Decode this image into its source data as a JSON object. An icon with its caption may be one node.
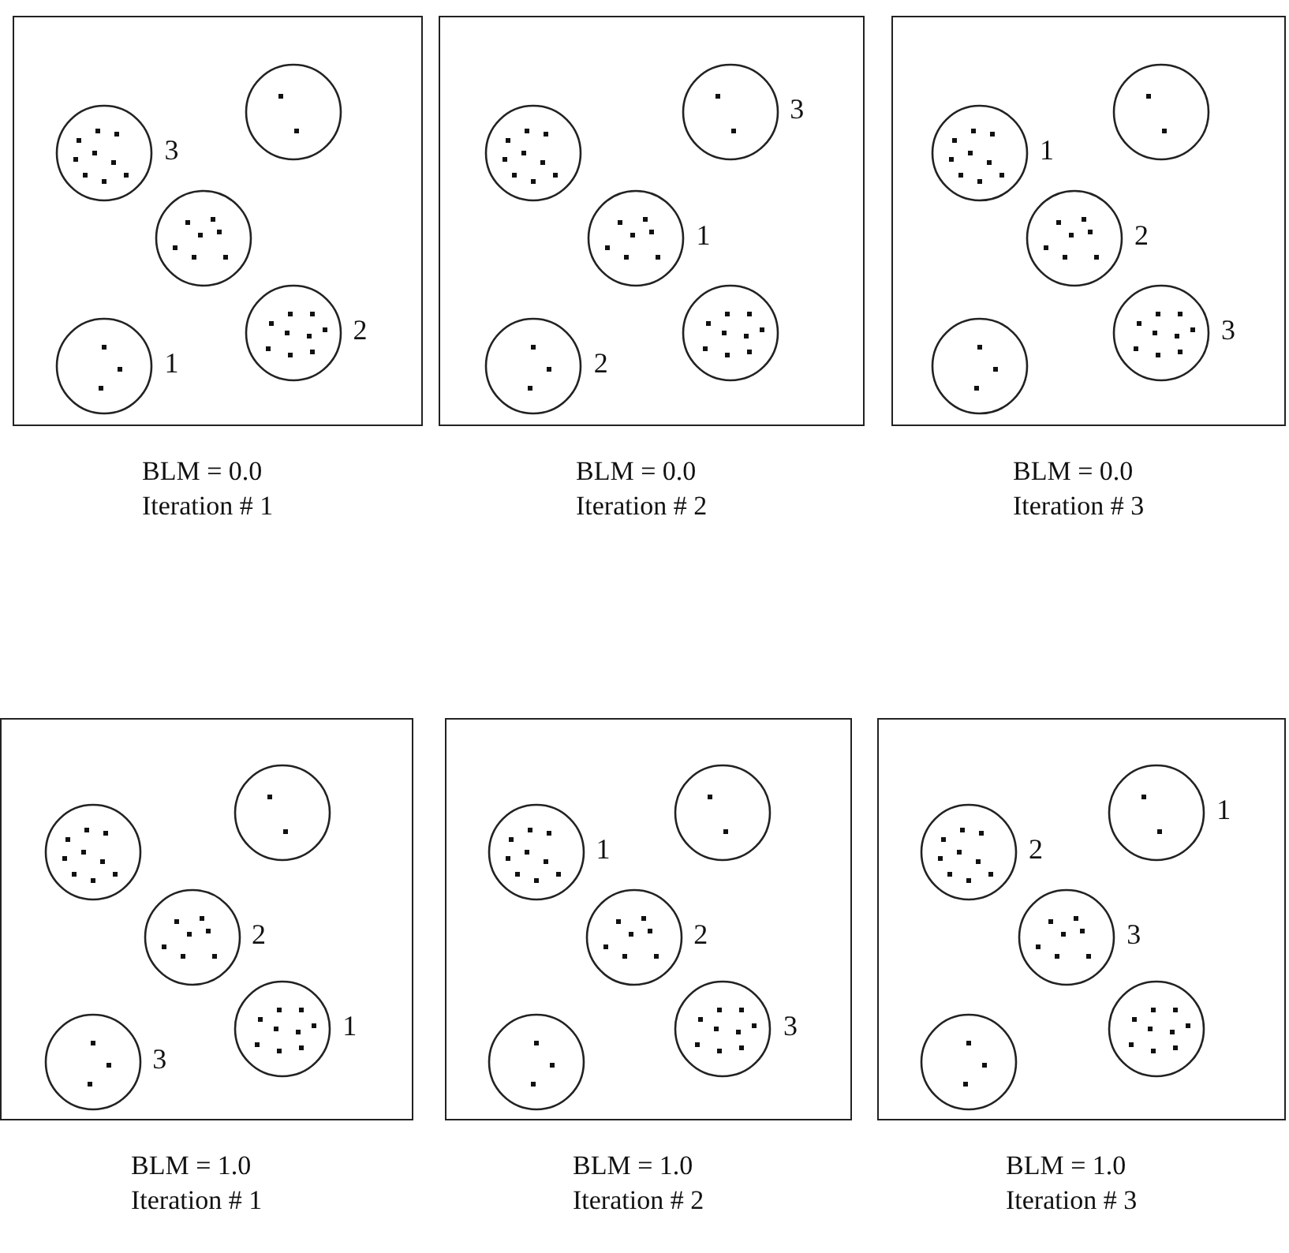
{
  "diagram": {
    "nodes": [
      {
        "text": [],
        "shape": "box",
        "beside": [
          "BLM = 0.0",
          "Iteration # 1"
        ]
      },
      {
        "text": [],
        "shape": "circle",
        "in": 0,
        "beside": [
          "3"
        ]
      },
      {
        "text": [],
        "shape": "circle",
        "in": 0
      },
      {
        "text": [],
        "shape": "circle",
        "in": 0
      },
      {
        "text": [],
        "shape": "circle",
        "in": 0,
        "beside": [
          "1"
        ]
      },
      {
        "text": [],
        "shape": "circle",
        "in": 0,
        "beside": [
          "2"
        ]
      },
      {
        "text": [],
        "shape": "box",
        "beside": [
          "BLM = 0.0",
          "Iteration # 2"
        ]
      },
      {
        "text": [],
        "shape": "circle",
        "in": 6
      },
      {
        "text": [],
        "shape": "circle",
        "in": 6,
        "beside": [
          "3"
        ]
      },
      {
        "text": [],
        "shape": "circle",
        "in": 6,
        "beside": [
          "1"
        ]
      },
      {
        "text": [],
        "shape": "circle",
        "in": 6,
        "beside": [
          "2"
        ]
      },
      {
        "text": [],
        "shape": "circle",
        "in": 6
      },
      {
        "text": [],
        "shape": "box",
        "beside": [
          "BLM = 0.0",
          "Iteration # 3"
        ]
      },
      {
        "text": [],
        "shape": "circle",
        "in": 12,
        "beside": [
          "1"
        ]
      },
      {
        "text": [],
        "shape": "circle",
        "in": 12
      },
      {
        "text": [],
        "shape": "circle",
        "in": 12,
        "beside": [
          "2"
        ]
      },
      {
        "text": [],
        "shape": "circle",
        "in": 12
      },
      {
        "text": [],
        "shape": "circle",
        "in": 12,
        "beside": [
          "3"
        ]
      },
      {
        "text": [],
        "shape": "box",
        "beside": [
          "BLM = 1.0",
          "Iteration # 1"
        ]
      },
      {
        "text": [],
        "shape": "circle",
        "in": 18
      },
      {
        "text": [],
        "shape": "circle",
        "in": 18
      },
      {
        "text": [],
        "shape": "circle",
        "in": 18,
        "beside": [
          "2"
        ]
      },
      {
        "text": [],
        "shape": "circle",
        "in": 18,
        "beside": [
          "3"
        ]
      },
      {
        "text": [],
        "shape": "circle",
        "in": 18,
        "beside": [
          "1"
        ]
      },
      {
        "text": [],
        "shape": "box",
        "beside": [
          "BLM = 1.0",
          "Iteration # 2"
        ]
      },
      {
        "text": [],
        "shape": "circle",
        "in": 24,
        "beside": [
          "1"
        ]
      },
      {
        "text": [],
        "shape": "circle",
        "in": 24
      },
      {
        "text": [],
        "shape": "circle",
        "in": 24,
        "beside": [
          "2"
        ]
      },
      {
        "text": [],
        "shape": "circle",
        "in": 24
      },
      {
        "text": [],
        "shape": "circle",
        "in": 24,
        "beside": [
          "3"
        ]
      },
      {
        "text": [],
        "shape": "box",
        "beside": [
          "BLM = 1.0",
          "Iteration # 3"
        ]
      },
      {
        "text": [],
        "shape": "circle",
        "in": 30,
        "beside": [
          "2"
        ]
      },
      {
        "text": [],
        "shape": "circle",
        "in": 30,
        "beside": [
          "1"
        ]
      },
      {
        "text": [],
        "shape": "circle",
        "in": 30,
        "beside": [
          "3"
        ]
      },
      {
        "text": [],
        "shape": "circle",
        "in": 30
      },
      {
        "text": [],
        "shape": "circle",
        "in": 30
      }
    ]
  }
}
